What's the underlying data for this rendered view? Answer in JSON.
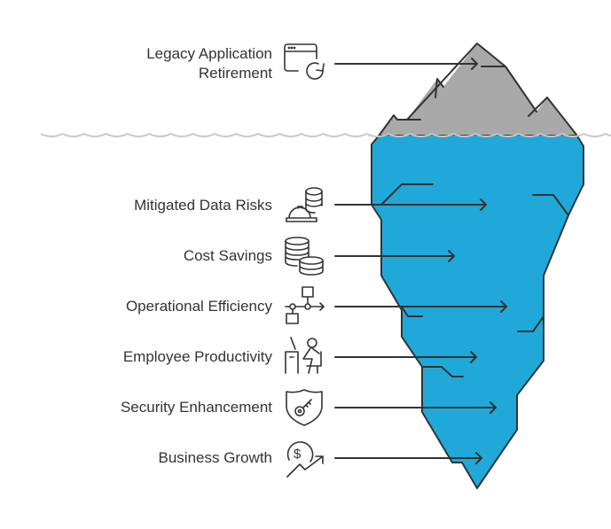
{
  "title_items": [
    {
      "label_line1": "Legacy Application",
      "label_line2": "Retirement",
      "icon": "browser-refresh-icon"
    },
    {
      "label": "Mitigated Data Risks",
      "icon": "database-hardhat-icon"
    },
    {
      "label": "Cost Savings",
      "icon": "coin-stacks-icon"
    },
    {
      "label": "Operational Efficiency",
      "icon": "workflow-icon"
    },
    {
      "label": "Employee Productivity",
      "icon": "person-at-desk-icon"
    },
    {
      "label": "Security Enhancement",
      "icon": "shield-key-icon"
    },
    {
      "label": "Business Growth",
      "icon": "dollar-growth-icon"
    }
  ],
  "colors": {
    "tip": "#a9a9a9",
    "body": "#20a8d8",
    "stroke": "#333333",
    "water": "#c8c8c8"
  }
}
